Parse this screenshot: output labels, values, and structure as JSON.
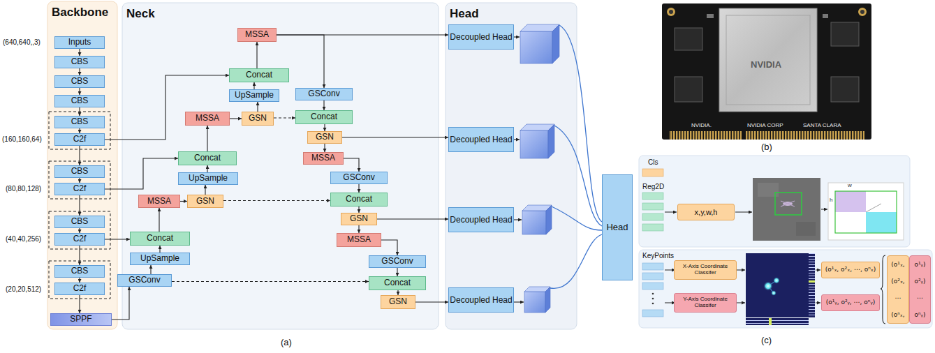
{
  "diagram": {
    "nodes": [
      {
        "text": [
          "Backbone"
        ]
      },
      {
        "text": [
          "Inputs"
        ],
        "in": 0
      },
      {
        "text": [
          "CBS"
        ],
        "in": 0
      },
      {
        "text": [
          "CBS"
        ],
        "in": 0
      },
      {
        "text": [
          "CBS"
        ],
        "in": 0
      },
      {
        "text": [
          "CBS"
        ],
        "in": 0
      },
      {
        "text": [
          "C2f"
        ],
        "in": 0
      },
      {
        "text": [
          "CBS"
        ],
        "in": 0
      },
      {
        "text": [
          "C2f"
        ],
        "in": 0
      },
      {
        "text": [
          "CBS"
        ],
        "in": 0
      },
      {
        "text": [
          "C2f"
        ],
        "in": 0
      },
      {
        "text": [
          "CBS"
        ],
        "in": 0
      },
      {
        "text": [
          "C2f"
        ],
        "in": 0
      },
      {
        "text": [
          "SPPF"
        ],
        "in": 0
      },
      {
        "text": [
          "Neck"
        ]
      },
      {
        "text": [
          "MSSA"
        ],
        "in": 14
      },
      {
        "text": [
          "Concat"
        ],
        "in": 14
      },
      {
        "text": [
          "UpSample"
        ],
        "in": 14
      },
      {
        "text": [
          "MSSA"
        ],
        "in": 14
      },
      {
        "text": [
          "GSN"
        ],
        "in": 14
      },
      {
        "text": [
          "GSConv"
        ],
        "in": 14
      },
      {
        "text": [
          "Concat"
        ],
        "in": 14
      },
      {
        "text": [
          "GSN"
        ],
        "in": 14
      },
      {
        "text": [
          "MSSA"
        ],
        "in": 14
      },
      {
        "text": [
          "Concat"
        ],
        "in": 14
      },
      {
        "text": [
          "UpSample"
        ],
        "in": 14
      },
      {
        "text": [
          "MSSA"
        ],
        "in": 14
      },
      {
        "text": [
          "GSN"
        ],
        "in": 14
      },
      {
        "text": [
          "GSConv"
        ],
        "in": 14
      },
      {
        "text": [
          "Concat"
        ],
        "in": 14
      },
      {
        "text": [
          "GSN"
        ],
        "in": 14
      },
      {
        "text": [
          "MSSA"
        ],
        "in": 14
      },
      {
        "text": [
          "Concat"
        ],
        "in": 14
      },
      {
        "text": [
          "UpSample"
        ],
        "in": 14
      },
      {
        "text": [
          "GSConv"
        ],
        "in": 14
      },
      {
        "text": [
          "GSConv"
        ],
        "in": 14
      },
      {
        "text": [
          "Concat"
        ],
        "in": 14
      },
      {
        "text": [
          "GSN"
        ],
        "in": 14
      },
      {
        "text": [
          "Head"
        ]
      },
      {
        "text": [
          "Decoupled Head"
        ],
        "in": 38
      },
      {
        "text": [
          "Decoupled Head"
        ],
        "in": 38
      },
      {
        "text": [
          "Decoupled Head"
        ],
        "in": 38
      },
      {
        "text": [
          "Decoupled Head"
        ],
        "in": 38
      },
      {
        "text": [
          "Head"
        ]
      },
      {
        "text": [
          "x,y,w,h"
        ]
      },
      {
        "text": [
          "X-Axis Coordinate Classifer"
        ]
      },
      {
        "text": [
          "Y-Axis Coordinate Classifer"
        ]
      },
      {
        "text": [
          "(o¹ₓ, o²ₓ, ⋯, oⁿₓ)"
        ]
      },
      {
        "text": [
          "(o¹ᵧ, o²ᵧ, ⋯, oⁿᵧ)"
        ]
      },
      {
        "text": [
          "(o¹ₓ,",
          "(o²ₓ,",
          "⋯",
          "(oⁿₓ,"
        ]
      },
      {
        "text": [
          "o¹ᵧ)",
          "o²ᵧ)",
          "⋯",
          "oⁿᵧ)"
        ]
      }
    ],
    "edges": [
      {
        "from": 1,
        "to": 2,
        "arrow": "to"
      },
      {
        "from": 2,
        "to": 3,
        "arrow": "to"
      },
      {
        "from": 3,
        "to": 4,
        "arrow": "to"
      },
      {
        "from": 4,
        "to": 5,
        "arrow": "to"
      },
      {
        "from": 5,
        "to": 6,
        "arrow": "to"
      },
      {
        "from": 6,
        "to": 7,
        "arrow": "to"
      },
      {
        "from": 7,
        "to": 8,
        "arrow": "to"
      },
      {
        "from": 8,
        "to": 9,
        "arrow": "to"
      },
      {
        "from": 9,
        "to": 10,
        "arrow": "to"
      },
      {
        "from": 10,
        "to": 11,
        "arrow": "to"
      },
      {
        "from": 11,
        "to": 12,
        "arrow": "to"
      },
      {
        "from": 12,
        "to": 13,
        "arrow": "to"
      },
      {
        "from": 6,
        "to": 16,
        "arrow": "to"
      },
      {
        "from": 8,
        "to": 24,
        "arrow": "to"
      },
      {
        "from": 10,
        "to": 32,
        "arrow": "to"
      },
      {
        "from": 13,
        "to": 34,
        "arrow": "to"
      },
      {
        "from": 34,
        "to": 33,
        "arrow": "to"
      },
      {
        "from": 33,
        "to": 32,
        "arrow": "to"
      },
      {
        "from": 32,
        "to": 26,
        "arrow": "to"
      },
      {
        "from": 26,
        "to": 27,
        "arrow": "to"
      },
      {
        "from": 27,
        "to": 25,
        "arrow": "to"
      },
      {
        "from": 25,
        "to": 24,
        "arrow": "to"
      },
      {
        "from": 24,
        "to": 18,
        "arrow": "to"
      },
      {
        "from": 18,
        "to": 19,
        "arrow": "to"
      },
      {
        "from": 19,
        "to": 17,
        "arrow": "to"
      },
      {
        "from": 17,
        "to": 16,
        "arrow": "to"
      },
      {
        "from": 16,
        "to": 15,
        "arrow": "to"
      },
      {
        "from": 15,
        "to": 39,
        "arrow": "to"
      },
      {
        "from": 15,
        "to": 20,
        "arrow": "to"
      },
      {
        "from": 20,
        "to": 21,
        "arrow": "to"
      },
      {
        "from": 19,
        "to": 21,
        "arrow": "to"
      },
      {
        "from": 21,
        "to": 22,
        "arrow": "to"
      },
      {
        "from": 22,
        "to": 40,
        "arrow": "to"
      },
      {
        "from": 22,
        "to": 23,
        "arrow": "to"
      },
      {
        "from": 23,
        "to": 28,
        "arrow": "to"
      },
      {
        "from": 28,
        "to": 29,
        "arrow": "to"
      },
      {
        "from": 27,
        "to": 29,
        "arrow": "to"
      },
      {
        "from": 29,
        "to": 30,
        "arrow": "to"
      },
      {
        "from": 30,
        "to": 41,
        "arrow": "to"
      },
      {
        "from": 30,
        "to": 31,
        "arrow": "to"
      },
      {
        "from": 31,
        "to": 35,
        "arrow": "to"
      },
      {
        "from": 35,
        "to": 36,
        "arrow": "to"
      },
      {
        "from": 34,
        "to": 36,
        "arrow": "to"
      },
      {
        "from": 36,
        "to": 37,
        "arrow": "to"
      },
      {
        "from": 37,
        "to": 42,
        "arrow": "to"
      }
    ],
    "labels": [
      "(640,640,,3)",
      "(160,160,64)",
      "(80,80,128)",
      "(40,40,256)",
      "(20,20,512)",
      "(a)",
      "(b)",
      "(c)",
      "Cls",
      "Reg2D",
      "KeyPoints",
      "NVIDIA",
      "NVIDIA.",
      "NVIDIA CORP",
      "SANTA CLARA",
      "w",
      "h"
    ]
  }
}
